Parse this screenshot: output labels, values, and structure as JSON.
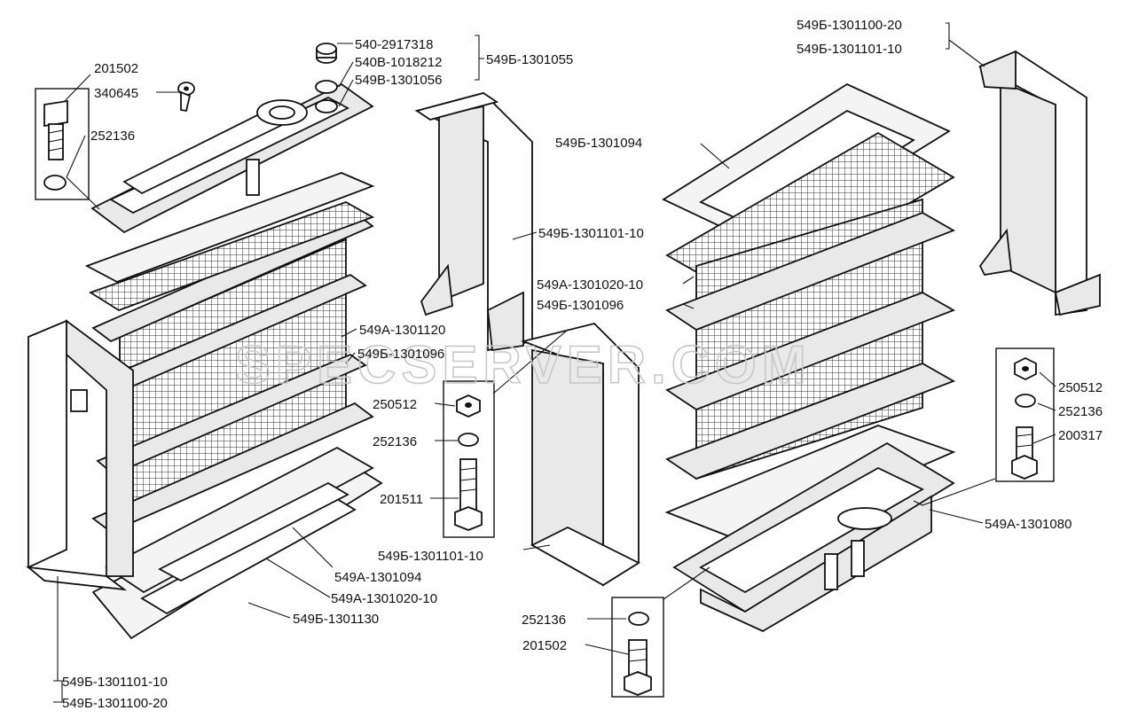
{
  "watermark": "SPECSERVER.COM",
  "labels": {
    "p_540_2917318": "540-2917318",
    "p_540v_1018212": "540В-1018212",
    "p_549v_1301056": "549В-1301056",
    "p_549b_1301055": "549Б-1301055",
    "p_201502_top": "201502",
    "p_340645": "340645",
    "p_252136_top": "252136",
    "p_549b_1301100_20_top": "549Б-1301100-20",
    "p_549b_1301101_10_top": "549Б-1301101-10",
    "p_549b_1301094": "549Б-1301094",
    "p_549b_1301101_10_mid": "549Б-1301101-10",
    "p_549a_1301020_10_mid": "549А-1301020-10",
    "p_549b_1301096_right": "549Б-1301096",
    "p_549a_1301120": "549А-1301120",
    "p_549b_1301096_left": "549Б-1301096",
    "p_250512_left": "250512",
    "p_252136_left": "252136",
    "p_201511": "201511",
    "p_549b_1301101_10_low": "549Б-1301101-10",
    "p_549a_1301094": "549А-1301094",
    "p_549a_1301020_10_low": "549А-1301020-10",
    "p_549b_1301130": "549Б-1301130",
    "p_549b_1301101_10_bottom": "549Б-1301101-10",
    "p_549b_1301100_20_bottom": "549Б-1301100-20",
    "p_250512_right": "250512",
    "p_252136_right": "252136",
    "p_200317": "200317",
    "p_549a_1301080": "549А-1301080",
    "p_252136_bottom": "252136",
    "p_201502_bottom": "201502"
  }
}
